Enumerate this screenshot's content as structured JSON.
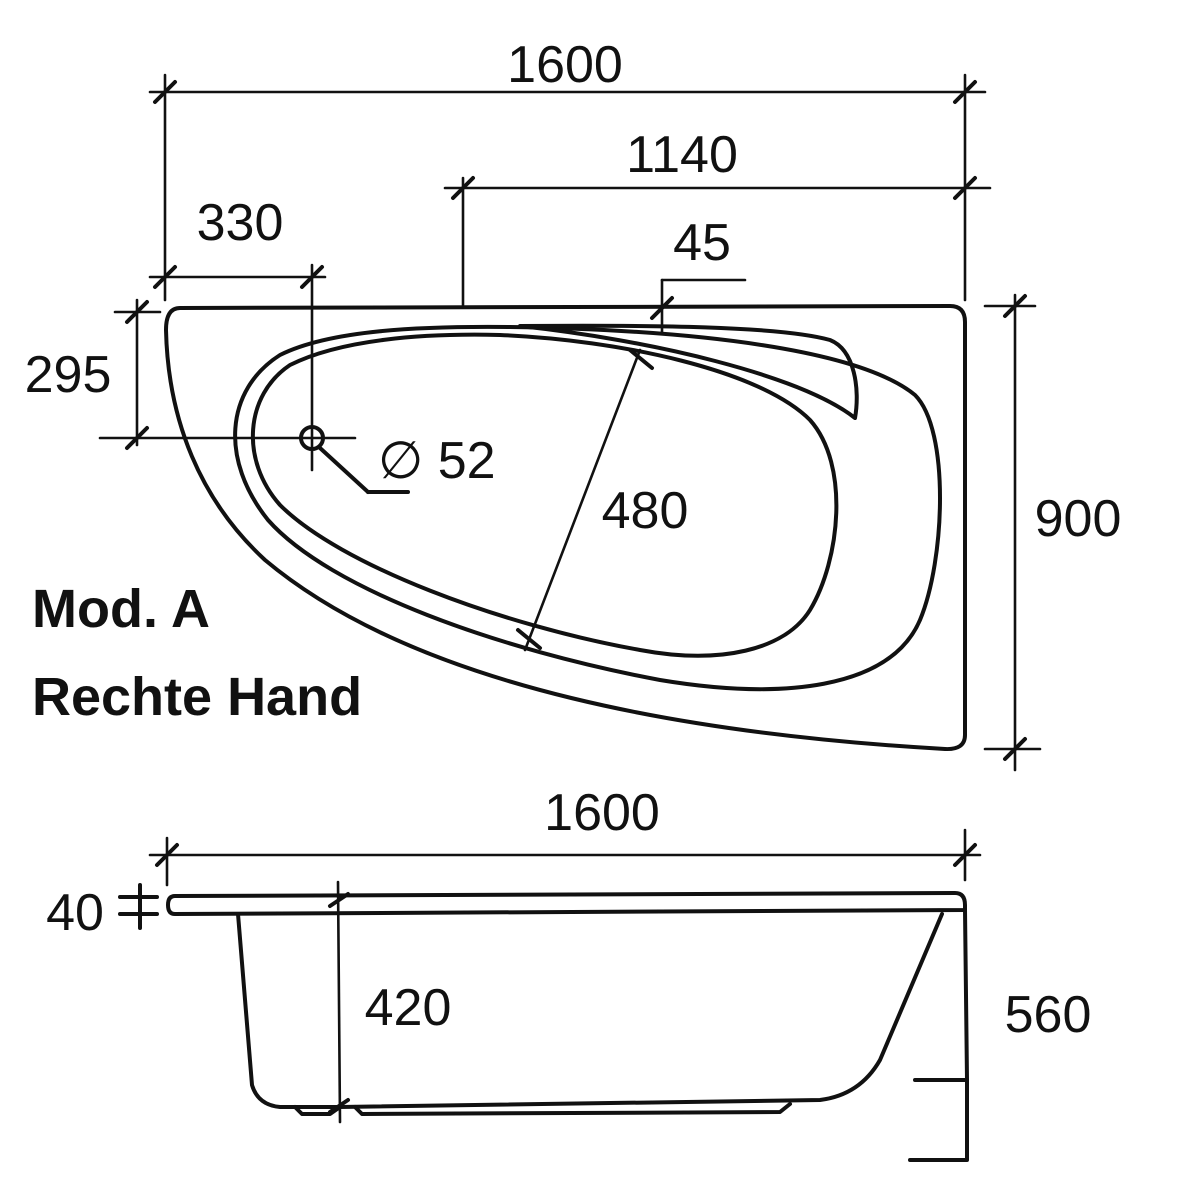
{
  "diagram": {
    "title_lines": [
      "Mod. A",
      "Rechte Hand"
    ],
    "top_view": {
      "dimensions": {
        "overall_length": "1600",
        "straight_edge_length": "1140",
        "drain_offset_x": "330",
        "drain_offset_y": "295",
        "drain_diameter": "∅ 52",
        "rim_width": "45",
        "basin_width": "480",
        "overall_width": "900"
      }
    },
    "side_view": {
      "dimensions": {
        "overall_length": "1600",
        "rim_thickness": "40",
        "basin_depth": "420",
        "overall_height": "560"
      }
    },
    "colors": {
      "line": "#111111",
      "background": "#ffffff"
    }
  }
}
